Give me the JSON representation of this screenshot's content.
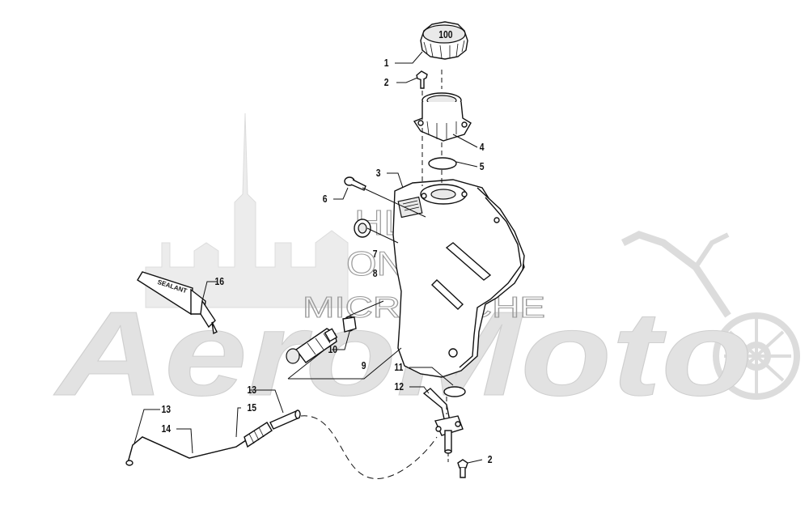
{
  "watermark": {
    "brand": "AeroMoto",
    "line1": "HLSM",
    "line2": "ONLINE",
    "line3": "MICROFICHE"
  },
  "sealant_label": "SEALANT",
  "callouts": [
    {
      "id": "c1",
      "label": "1"
    },
    {
      "id": "c2a",
      "label": "2"
    },
    {
      "id": "c3",
      "label": "3"
    },
    {
      "id": "c4",
      "label": "4"
    },
    {
      "id": "c5",
      "label": "5"
    },
    {
      "id": "c6",
      "label": "6"
    },
    {
      "id": "c7",
      "label": "7"
    },
    {
      "id": "c8",
      "label": "8"
    },
    {
      "id": "c9",
      "label": "9"
    },
    {
      "id": "c10",
      "label": "10"
    },
    {
      "id": "c11",
      "label": "11"
    },
    {
      "id": "c12",
      "label": "12"
    },
    {
      "id": "c13a",
      "label": "13"
    },
    {
      "id": "c13b",
      "label": "13"
    },
    {
      "id": "c14",
      "label": "14"
    },
    {
      "id": "c15",
      "label": "15"
    },
    {
      "id": "c16",
      "label": "16"
    },
    {
      "id": "c2b",
      "label": "2"
    }
  ]
}
